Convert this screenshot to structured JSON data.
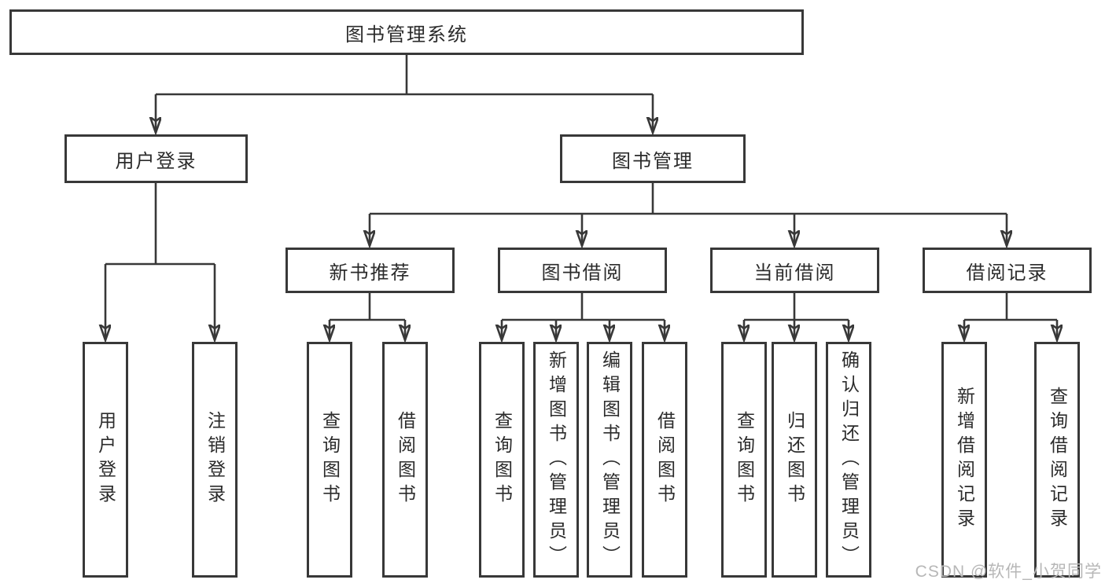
{
  "diagram": {
    "colors": {
      "line": "#383838",
      "box_border": "#383838",
      "text": "#2b2b2b",
      "background": "#ffffff",
      "watermark": "#b7b7b7"
    },
    "tree": {
      "label": "图书管理系统",
      "children": [
        {
          "label": "用户登录",
          "children": [
            {
              "label": "用户登录"
            },
            {
              "label": "注销登录"
            }
          ]
        },
        {
          "label": "图书管理",
          "children": [
            {
              "label": "新书推荐",
              "children": [
                {
                  "label": "查询图书"
                },
                {
                  "label": "借阅图书"
                }
              ]
            },
            {
              "label": "图书借阅",
              "children": [
                {
                  "label": "查询图书"
                },
                {
                  "label": "新增图书（管理员）"
                },
                {
                  "label": "编辑图书（管理员）"
                },
                {
                  "label": "借阅图书"
                }
              ]
            },
            {
              "label": "当前借阅",
              "children": [
                {
                  "label": "查询图书"
                },
                {
                  "label": "归还图书"
                },
                {
                  "label": "确认归还（管理员）"
                }
              ]
            },
            {
              "label": "借阅记录",
              "children": [
                {
                  "label": "新增借阅记录"
                },
                {
                  "label": "查询借阅记录"
                }
              ]
            }
          ]
        }
      ]
    }
  },
  "watermark": {
    "text": "CSDN @软件_小贺同学"
  }
}
